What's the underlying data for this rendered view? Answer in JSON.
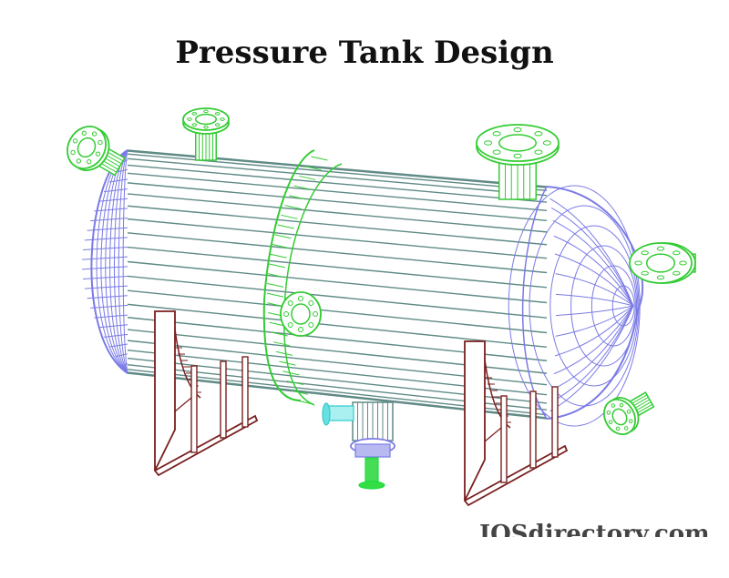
{
  "title": "Pressure Tank Design",
  "watermark": "IQSdirectory.com",
  "colors": {
    "shell_lines": "#5f8a86",
    "end_cap": "#7b7be6",
    "nozzle": "#33cc33",
    "support": "#7a1f1f",
    "drain_valve": "#33cccc",
    "bottom_flange": "#22dd44"
  },
  "components": [
    {
      "name": "cylindrical-shell"
    },
    {
      "name": "left-end-cap"
    },
    {
      "name": "right-end-cap"
    },
    {
      "name": "girth-flange-ring"
    },
    {
      "name": "top-nozzles"
    },
    {
      "name": "side-manway"
    },
    {
      "name": "saddle-supports"
    },
    {
      "name": "bottom-drain"
    }
  ]
}
